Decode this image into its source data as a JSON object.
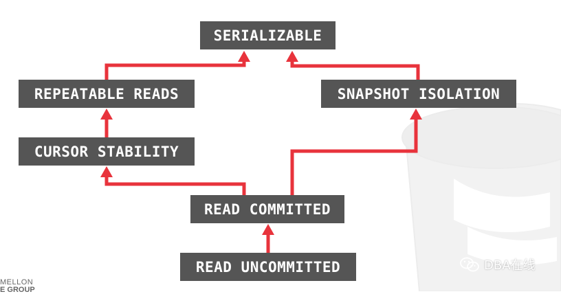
{
  "nodes": {
    "serializable": "SERIALIZABLE",
    "repeatable_reads": "REPEATABLE READS",
    "snapshot_isolation": "SNAPSHOT ISOLATION",
    "cursor_stability": "CURSOR STABILITY",
    "read_committed": "READ COMMITTED",
    "read_uncommitted": "READ UNCOMMITTED"
  },
  "edges": [
    {
      "from": "read_uncommitted",
      "to": "read_committed"
    },
    {
      "from": "read_committed",
      "to": "cursor_stability"
    },
    {
      "from": "read_committed",
      "to": "snapshot_isolation"
    },
    {
      "from": "cursor_stability",
      "to": "repeatable_reads"
    },
    {
      "from": "repeatable_reads",
      "to": "serializable"
    },
    {
      "from": "snapshot_isolation",
      "to": "serializable"
    }
  ],
  "footer": {
    "logo_line1": "MELLON",
    "logo_line2": "E GROUP"
  },
  "watermark": {
    "label": "DBA在线",
    "icon": "wechat-icon"
  },
  "colors": {
    "arrow": "#e8333c",
    "node_bg": "#555555",
    "node_text": "#ffffff"
  }
}
